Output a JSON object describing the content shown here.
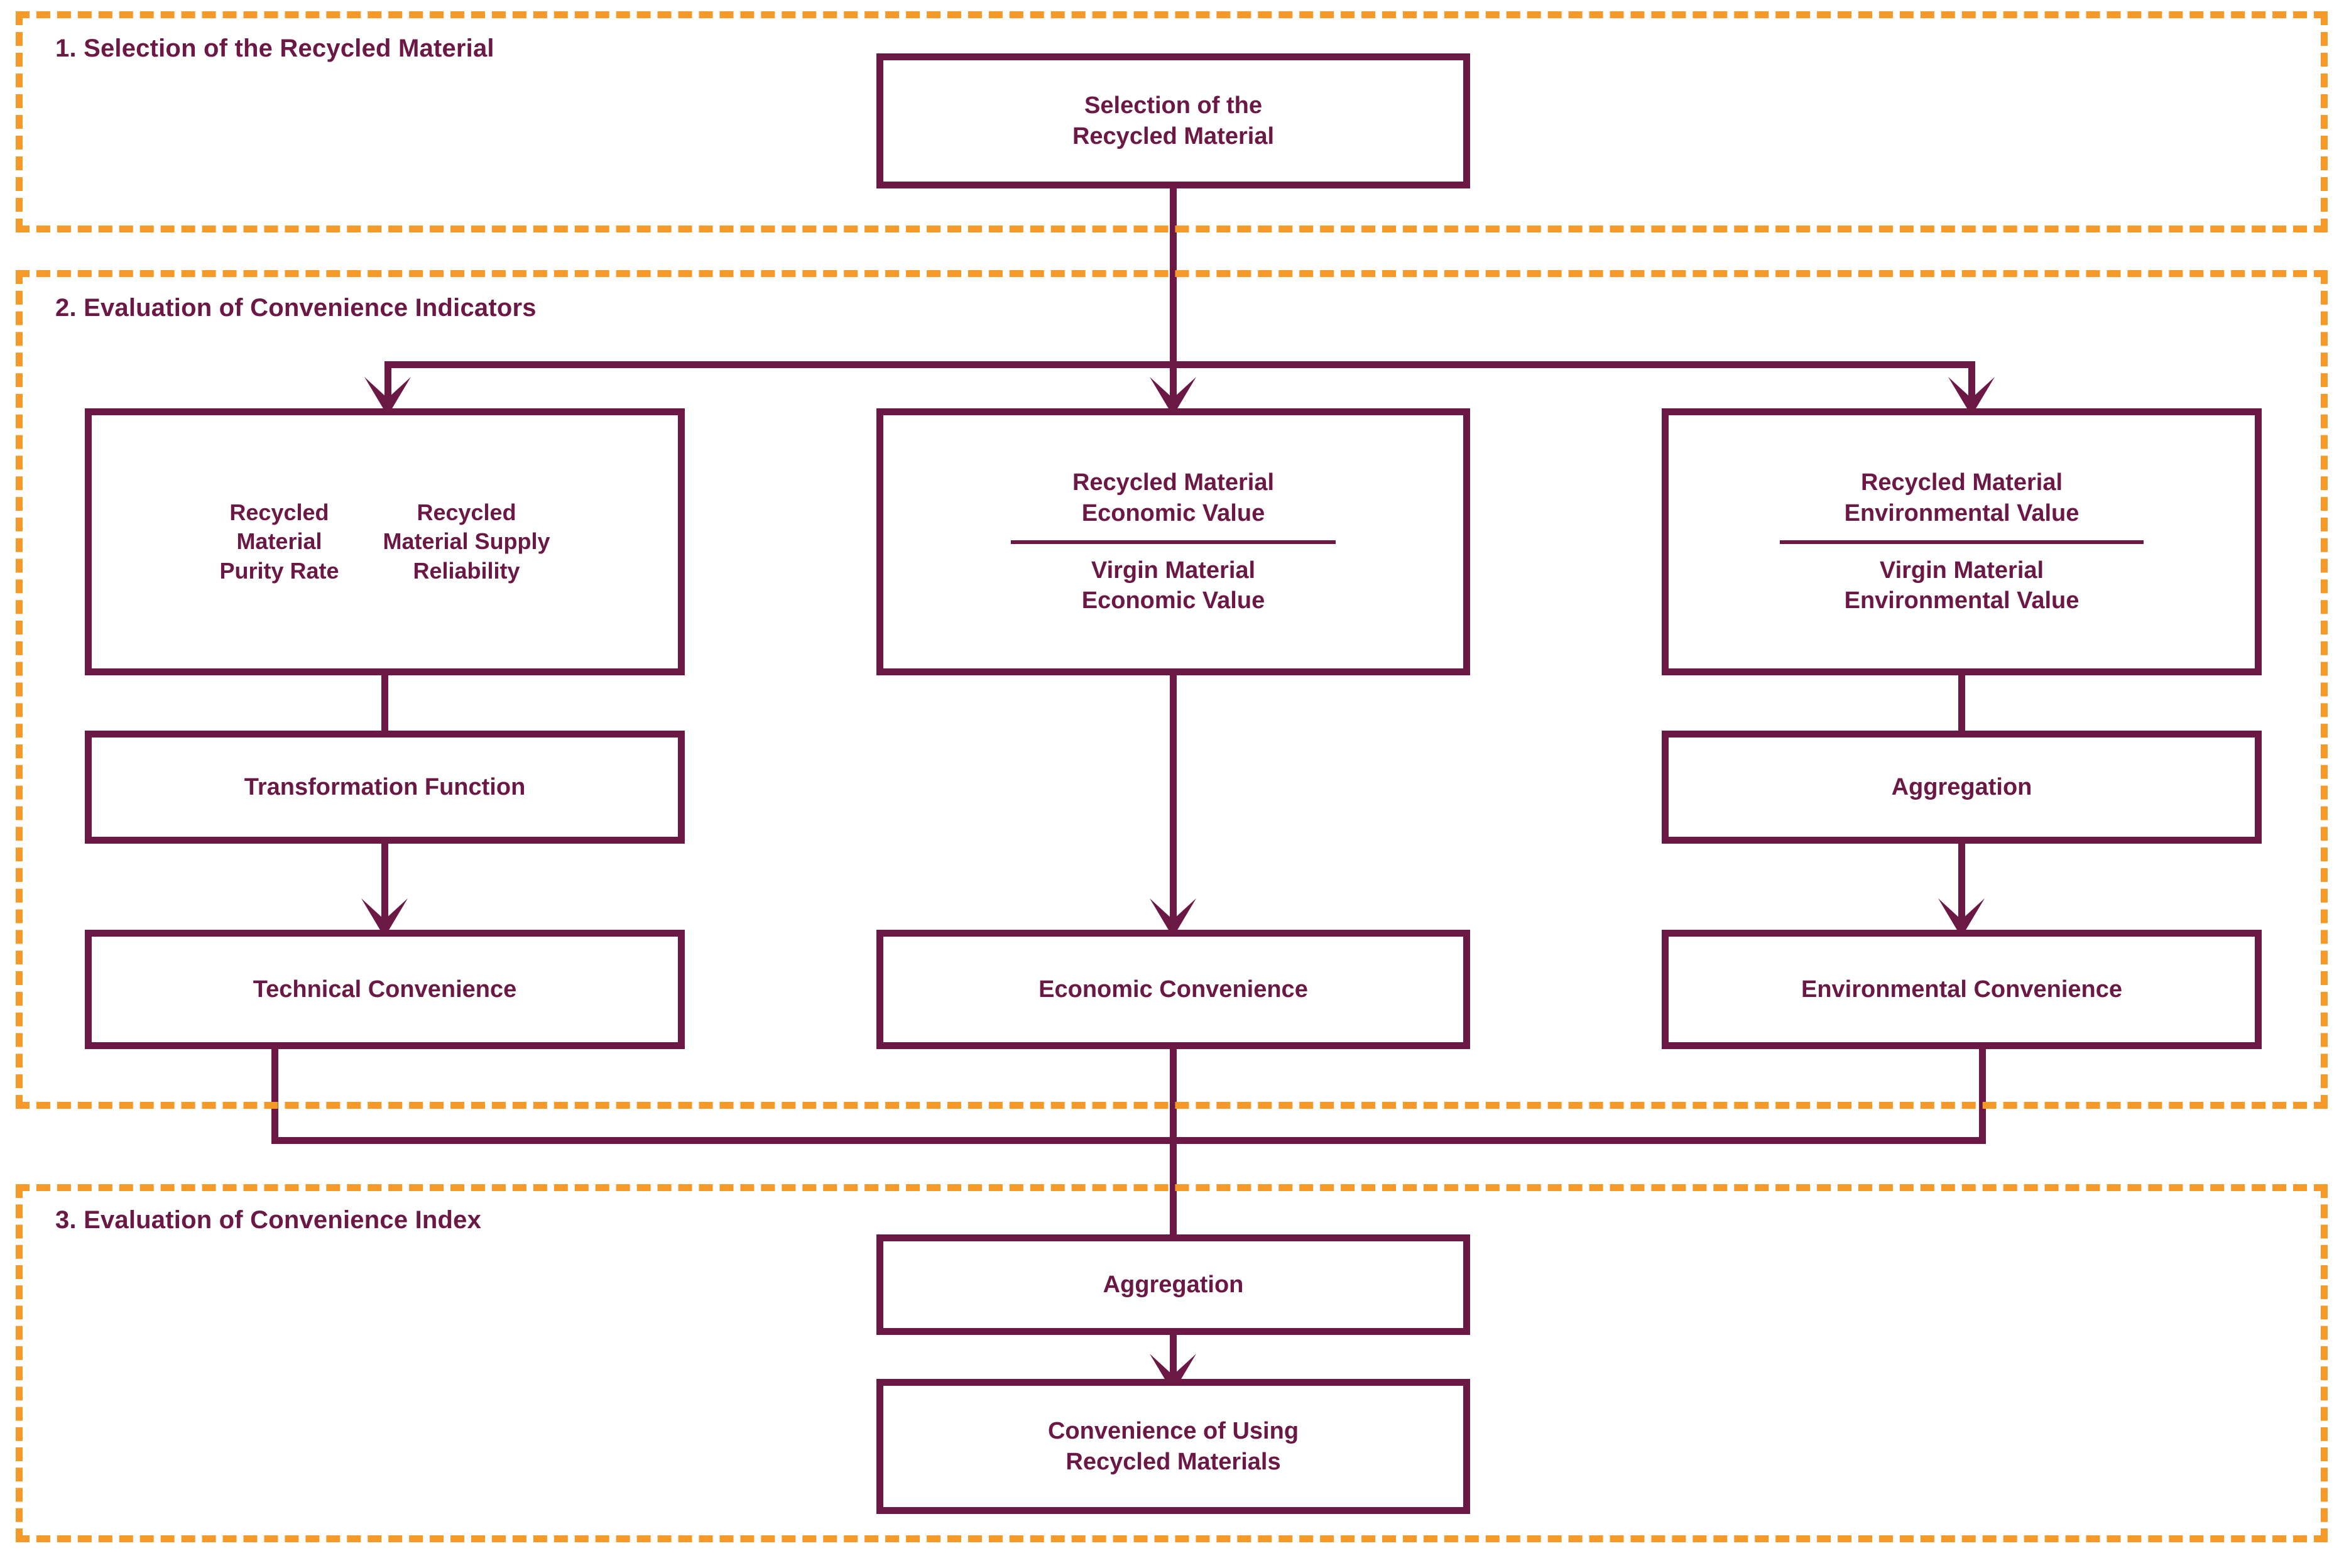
{
  "diagram": {
    "title_visible": false,
    "palette": {
      "accent_orange": "#F59A28",
      "line_maroon": "#6B1844",
      "background": "#FFFFFF"
    }
  },
  "sections": [
    {
      "id": "section-1",
      "label": "1. Selection of the Recycled Material"
    },
    {
      "id": "section-2",
      "label": "2. Evaluation of Convenience Indicators"
    },
    {
      "id": "section-3",
      "label": "3. Evaluation of Convenience Index"
    }
  ],
  "nodes": {
    "top": {
      "line1": "Selection of the",
      "line2": "Recycled Material"
    },
    "technical_indicator": {
      "col1": "Recycled\nMaterial\nPurity Rate",
      "col2": "Recycled\nMaterial Supply\nReliability"
    },
    "economic_indicator": {
      "numerator": "Recycled Material\nEconomic Value",
      "denominator": "Virgin Material\nEconomic Value"
    },
    "environmental_indicator": {
      "numerator": "Recycled Material\nEnvironmental Value",
      "denominator": "Virgin Material\nEnvironmental Value"
    },
    "transformation_function": "Transformation Function",
    "aggregation_environmental": "Aggregation",
    "technical_convenience": "Technical Convenience",
    "economic_convenience": "Economic Convenience",
    "environmental_convenience": "Environmental Convenience",
    "aggregation_index": "Aggregation",
    "final": {
      "line1": "Convenience of Using",
      "line2": "Recycled Materials"
    }
  }
}
